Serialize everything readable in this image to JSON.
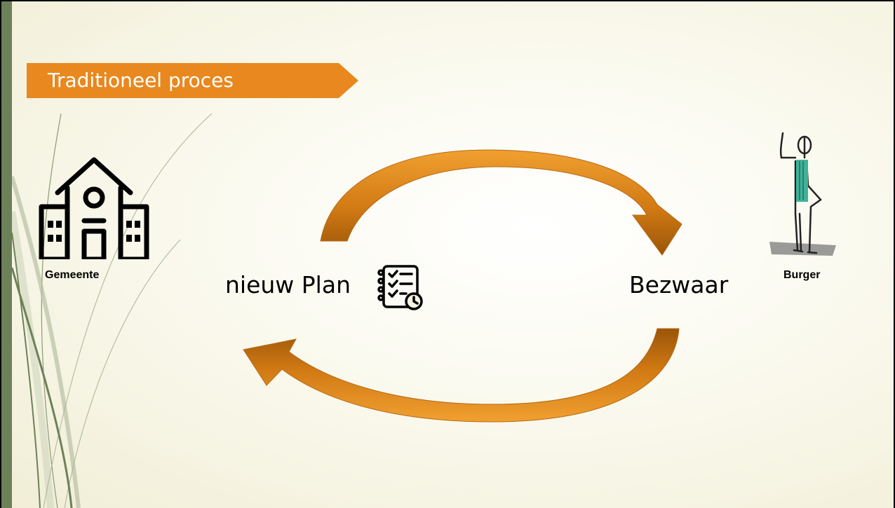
{
  "slide": {
    "title": "Traditioneel proces",
    "accent_color": "#e8881e",
    "sidebar_color": "#6d8159"
  },
  "diagram": {
    "left_actor": {
      "label": "Gemeente",
      "icon": "town-hall-icon"
    },
    "right_actor": {
      "label": "Burger",
      "icon": "person-figure-icon"
    },
    "left_node": {
      "label": "nieuw Plan",
      "icon": "checklist-clock-icon"
    },
    "right_node": {
      "label": "Bezwaar"
    },
    "arrows": [
      {
        "name": "top-arrow",
        "from": "nieuw Plan",
        "to": "Bezwaar"
      },
      {
        "name": "bottom-arrow",
        "from": "Bezwaar",
        "to": "nieuw Plan"
      }
    ]
  }
}
